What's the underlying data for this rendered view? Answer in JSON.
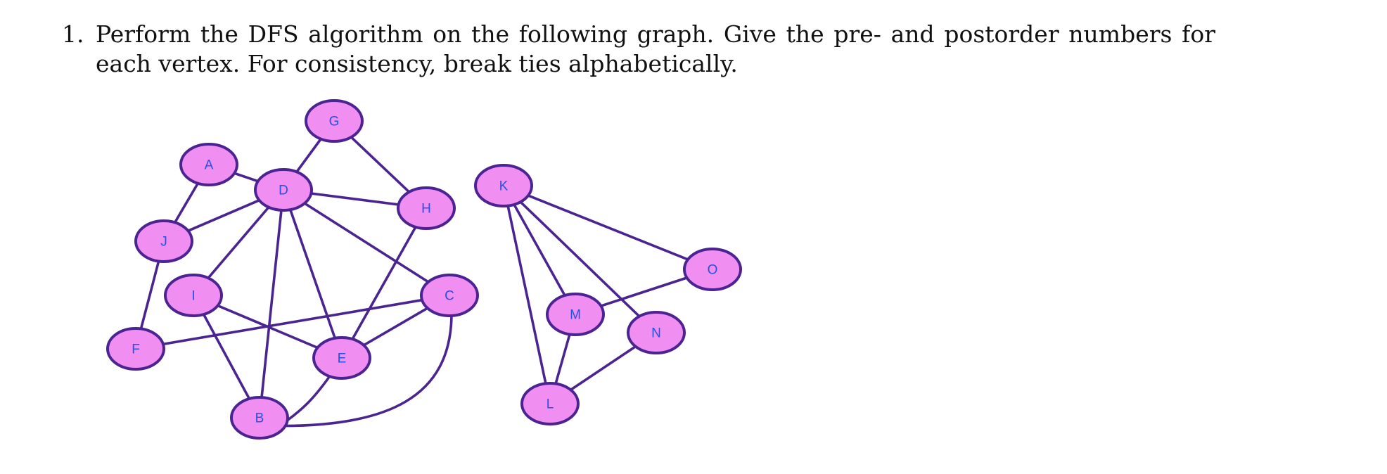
{
  "problem": {
    "number": "1.",
    "text": "Perform the DFS algorithm on the following graph. Give the pre- and postorder numbers for each vertex. For consistency, break ties alphabetically."
  },
  "graph": {
    "colors": {
      "node_fill": "#f08ef2",
      "node_stroke": "#4a2490",
      "edge": "#4a2490",
      "label": "#2353e6"
    },
    "nodes": [
      "A",
      "B",
      "C",
      "D",
      "E",
      "F",
      "G",
      "H",
      "I",
      "J",
      "K",
      "L",
      "M",
      "N",
      "O"
    ],
    "edges": [
      [
        "A",
        "D"
      ],
      [
        "A",
        "J"
      ],
      [
        "G",
        "D"
      ],
      [
        "G",
        "H"
      ],
      [
        "D",
        "H"
      ],
      [
        "D",
        "J"
      ],
      [
        "D",
        "I"
      ],
      [
        "D",
        "B"
      ],
      [
        "D",
        "E"
      ],
      [
        "D",
        "C"
      ],
      [
        "J",
        "F"
      ],
      [
        "H",
        "E"
      ],
      [
        "I",
        "E"
      ],
      [
        "I",
        "B"
      ],
      [
        "F",
        "C"
      ],
      [
        "C",
        "E"
      ],
      [
        "C",
        "B"
      ],
      [
        "E",
        "B"
      ],
      [
        "K",
        "O"
      ],
      [
        "K",
        "M"
      ],
      [
        "K",
        "N"
      ],
      [
        "K",
        "L"
      ],
      [
        "M",
        "O"
      ],
      [
        "M",
        "L"
      ],
      [
        "N",
        "L"
      ]
    ]
  }
}
